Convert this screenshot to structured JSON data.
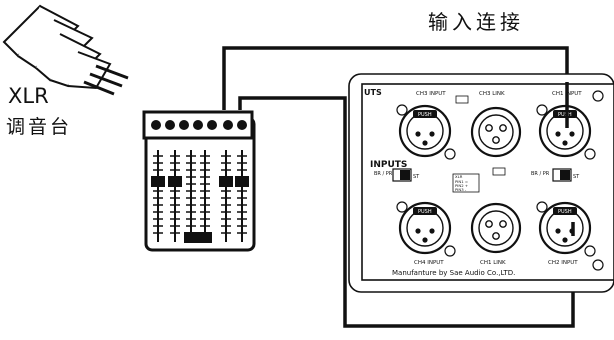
{
  "header": {
    "title": "输入连接"
  },
  "connector_label": {
    "line1": "XLR",
    "line2": "调音台"
  },
  "panel": {
    "inputs_cut": "UTS",
    "inputs": "INPUTS",
    "ch3_input": "CH3 INPUT",
    "ch3_link": "CH3 LINK",
    "ch1_input": "CH1 INPUT",
    "ch4_input": "CH4 INPUT",
    "ch1_link": "CH1 LINK",
    "ch2_input": "CH2 INPUT",
    "push": "PUSH",
    "br_pr": "BR / PR",
    "st": "ST",
    "xlr_legend": [
      "XLR",
      "PIN1 =",
      "PIN2 +",
      "PIN3 -"
    ],
    "footer": "Manufanture by Sae Audio Co.,LTD."
  }
}
